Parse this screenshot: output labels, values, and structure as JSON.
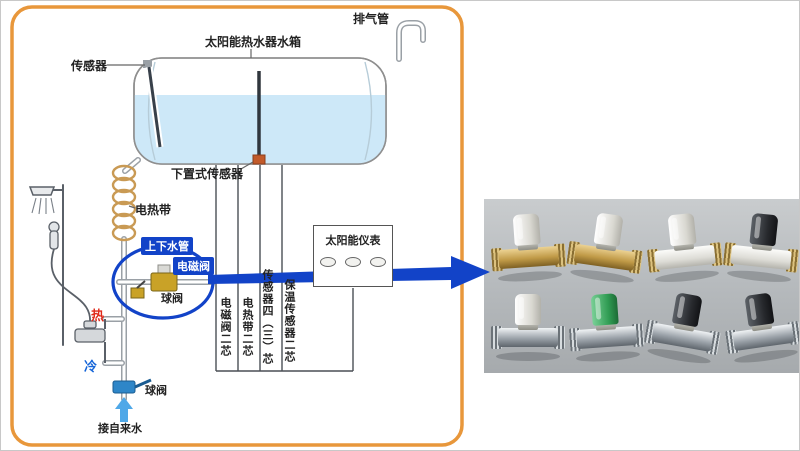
{
  "colors": {
    "frame_orange": "#E8973B",
    "accent_blue": "#1243C8",
    "hot_red": "#E02A1A",
    "cold_blue": "#1565D8",
    "water_blue": "#CDE8F8",
    "photo_bg": "#B7BBBE"
  },
  "diagram": {
    "labels": {
      "exhaust_pipe": "排气管",
      "tank": "太阳能热水器水箱",
      "sensor": "传感器",
      "bottom_sensor": "下置式传感器",
      "heating_tape": "电热带",
      "updown_pipe": "上下水管",
      "solenoid_valve": "电磁阀",
      "ball_valve_upper": "球阀",
      "ball_valve_lower": "球阀",
      "hot": "热",
      "cold": "冷",
      "tap_water": "接自来水"
    },
    "controller": {
      "title": "太阳能仪表"
    },
    "wire_labels": [
      "电磁阀二芯",
      "电热带二芯",
      "传感器四（三）芯",
      "保温传感器二芯"
    ]
  },
  "photo": {
    "valves": [
      {
        "solenoid": "white",
        "body": "brass",
        "tilt": -4
      },
      {
        "solenoid": "white",
        "body": "brass",
        "tilt": 8
      },
      {
        "solenoid": "white",
        "body": "white",
        "tilt": -6
      },
      {
        "solenoid": "black",
        "body": "white",
        "tilt": 6
      },
      {
        "solenoid": "white",
        "body": "chrome",
        "tilt": 0
      },
      {
        "solenoid": "green",
        "body": "chrome",
        "tilt": -4
      },
      {
        "solenoid": "black",
        "body": "chrome",
        "tilt": 10
      },
      {
        "solenoid": "black",
        "body": "chrome",
        "tilt": -8
      }
    ]
  }
}
